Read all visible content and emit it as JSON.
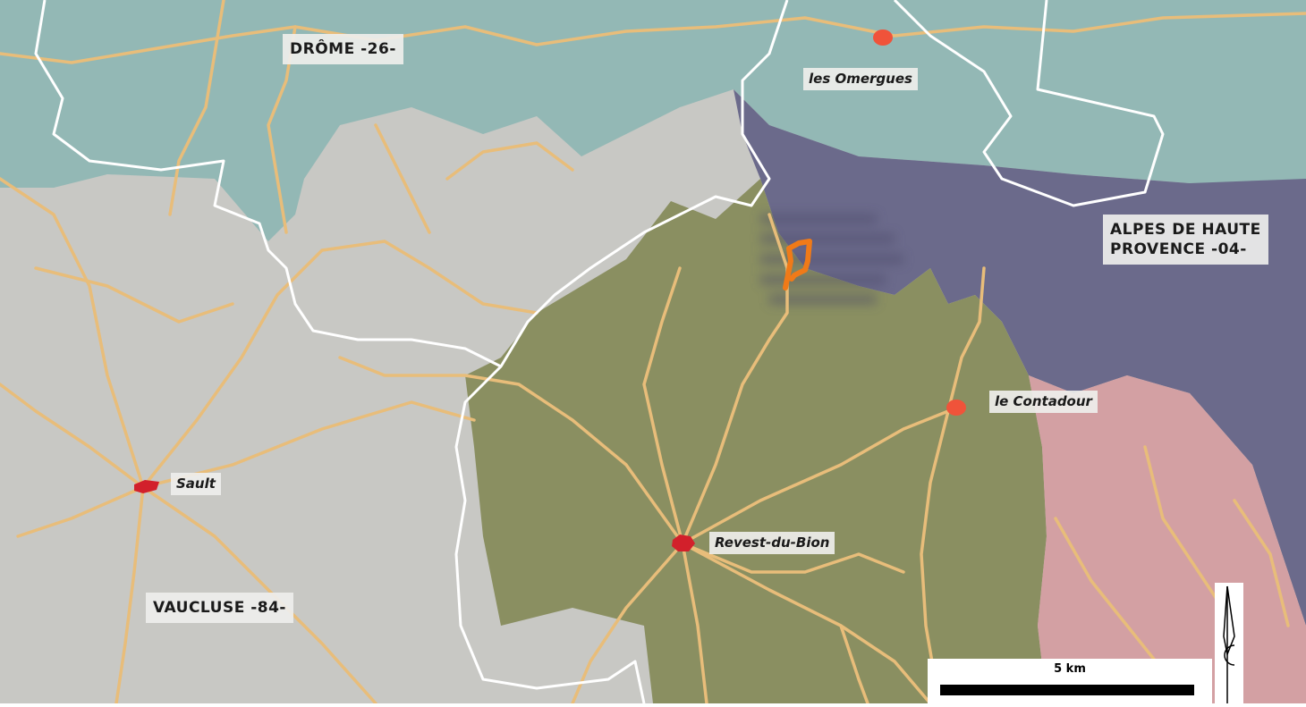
{
  "map": {
    "departments": {
      "drome": "Drôme -26-",
      "alpes_line1": "Alpes de Haute",
      "alpes_line2": "Provence -04-",
      "vaucluse": "Vaucluse -84-"
    },
    "towns": {
      "omergues": "les Omergues",
      "contadour": "le Contadour",
      "sault": "Sault",
      "revest": "Revest-du-Bion"
    },
    "scale_label": "5 km",
    "colors": {
      "drome_zone": "#93b8b5",
      "plateau_zone": "#c8c8c4",
      "revest_zone": "#8a8f61",
      "alpes_zone": "#6b6a8b",
      "pink_zone": "#d3a0a3",
      "roads": "#e8bd7a",
      "boundaries": "#ffffff",
      "town_marker": "#d2202b",
      "village_marker": "#f0533a",
      "site_outline": "#f07a18"
    }
  }
}
